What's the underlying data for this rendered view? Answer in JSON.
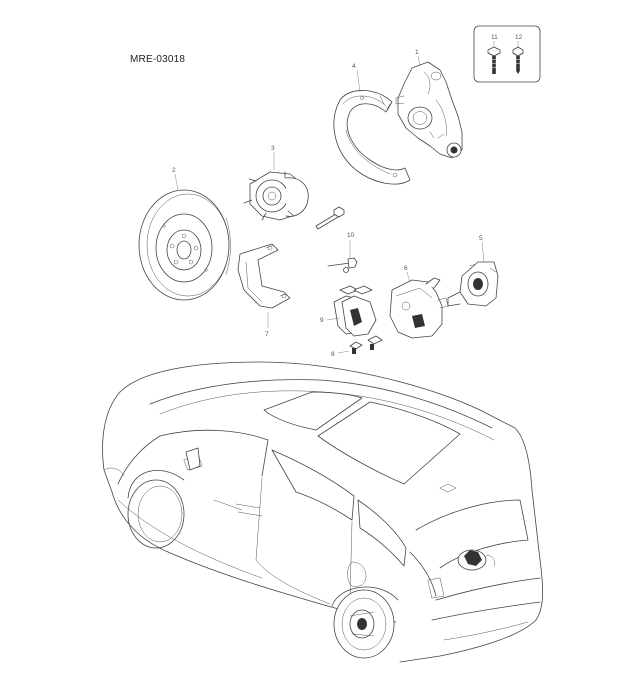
{
  "diagram": {
    "code": "MRE-03018",
    "callouts": [
      "1",
      "2",
      "3",
      "4",
      "5",
      "6",
      "7",
      "8",
      "9",
      "10",
      "11",
      "12"
    ]
  }
}
